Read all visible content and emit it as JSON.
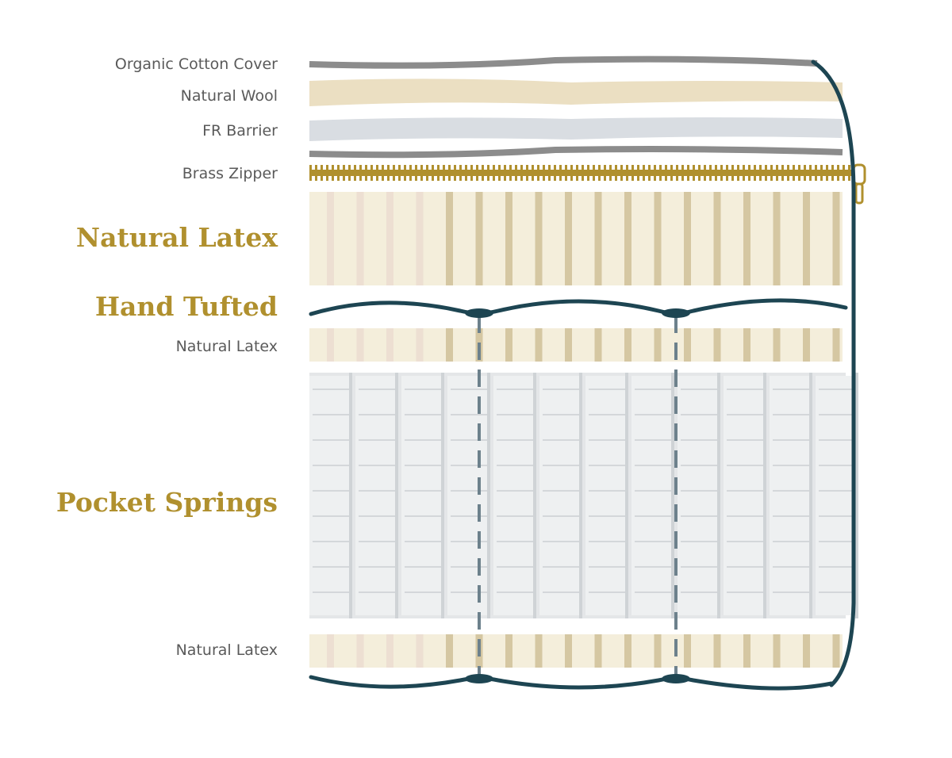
{
  "labels": {
    "cotton_cover": "Organic Cotton Cover",
    "wool": "Natural Wool",
    "fr_barrier": "FR Barrier",
    "zipper": "Brass Zipper",
    "latex_top": "Natural Latex",
    "hand_tufted": "Hand Tufted",
    "latex_mid": "Natural Latex",
    "pocket_springs": "Pocket Springs",
    "latex_bottom": "Natural Latex"
  },
  "colors": {
    "accent_gold": "#b0902e",
    "teal_outline": "#1d4552",
    "cover_gray": "#8c8c8c",
    "wool": "#ebdfc2",
    "fr_barrier": "#d9dde2",
    "latex": "#f4eedb",
    "latex_stripe": "#cfbf98",
    "springs": "#e4e6e8",
    "dash": "#6d818c"
  }
}
